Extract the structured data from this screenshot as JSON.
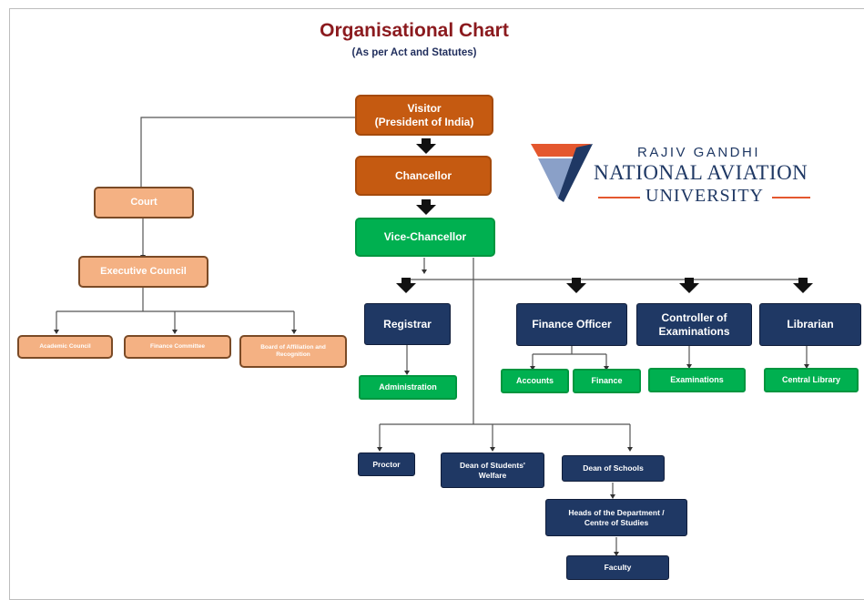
{
  "header": {
    "title": "Organisational Chart",
    "subtitle": "(As per Act and Statutes)"
  },
  "logo": {
    "line1": "RAJIV GANDHI",
    "line2": "NATIONAL AVIATION",
    "line3": "UNIVERSITY",
    "colors": {
      "navy": "#1f3864",
      "orange": "#e4572e"
    }
  },
  "nodes": {
    "visitor_line1": "Visitor",
    "visitor_line2": "(President of India)",
    "chancellor": "Chancellor",
    "vice_chancellor": "Vice-Chancellor",
    "court": "Court",
    "executive_council": "Executive Council",
    "academic_council": "Academic Council",
    "finance_committee": "Finance Committee",
    "board_affiliation": "Board of Affiliation and Recognition",
    "registrar": "Registrar",
    "finance_officer": "Finance Officer",
    "controller": "Controller of Examinations",
    "librarian": "Librarian",
    "administration": "Administration",
    "accounts": "Accounts",
    "finance": "Finance",
    "examinations": "Examinations",
    "central_library": "Central Library",
    "proctor": "Proctor",
    "dean_students": "Dean of Students' Welfare",
    "dean_schools": "Dean of Schools",
    "heads_dept": "Heads of the Department / Centre of Studies",
    "faculty": "Faculty"
  },
  "colors": {
    "rust": "#c55a11",
    "peach": "#f4b183",
    "green": "#00b050",
    "navy": "#1f3864",
    "title": "#8b1a1e"
  }
}
